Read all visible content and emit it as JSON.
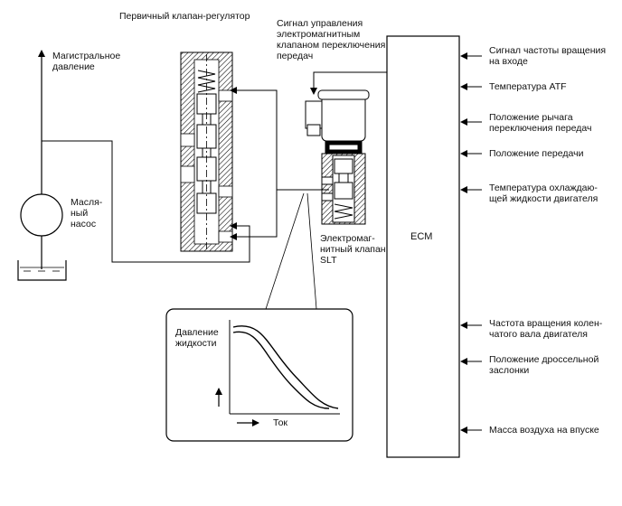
{
  "labels": {
    "regulator_valve": "Первичный клапан-регулятор",
    "line_pressure": "Магистральное\nдавление",
    "oil_pump": "Масля-\nный\nнасос",
    "slt_control_signal": "Сигнал управления\nэлектромагнитным\nклапаном переключения\nпередач",
    "slt_valve": "Электромаг-\nнитный клапан\nSLT",
    "ecm": "ECM"
  },
  "ecm_inputs": [
    "Сигнал частоты вращения\nна входе",
    "Температура ATF",
    "Положение рычага\nпереключения передач",
    "Положение передачи",
    "Температура охлаждаю-\nщей жидкости двигателя",
    "Частота вращения колен-\nчатого вала двигателя",
    "Положение дроссельной\nзаслонки",
    "Масса воздуха на впуске"
  ],
  "graph": {
    "ylabel": "Давление\nжидкости",
    "xlabel": "Ток"
  }
}
